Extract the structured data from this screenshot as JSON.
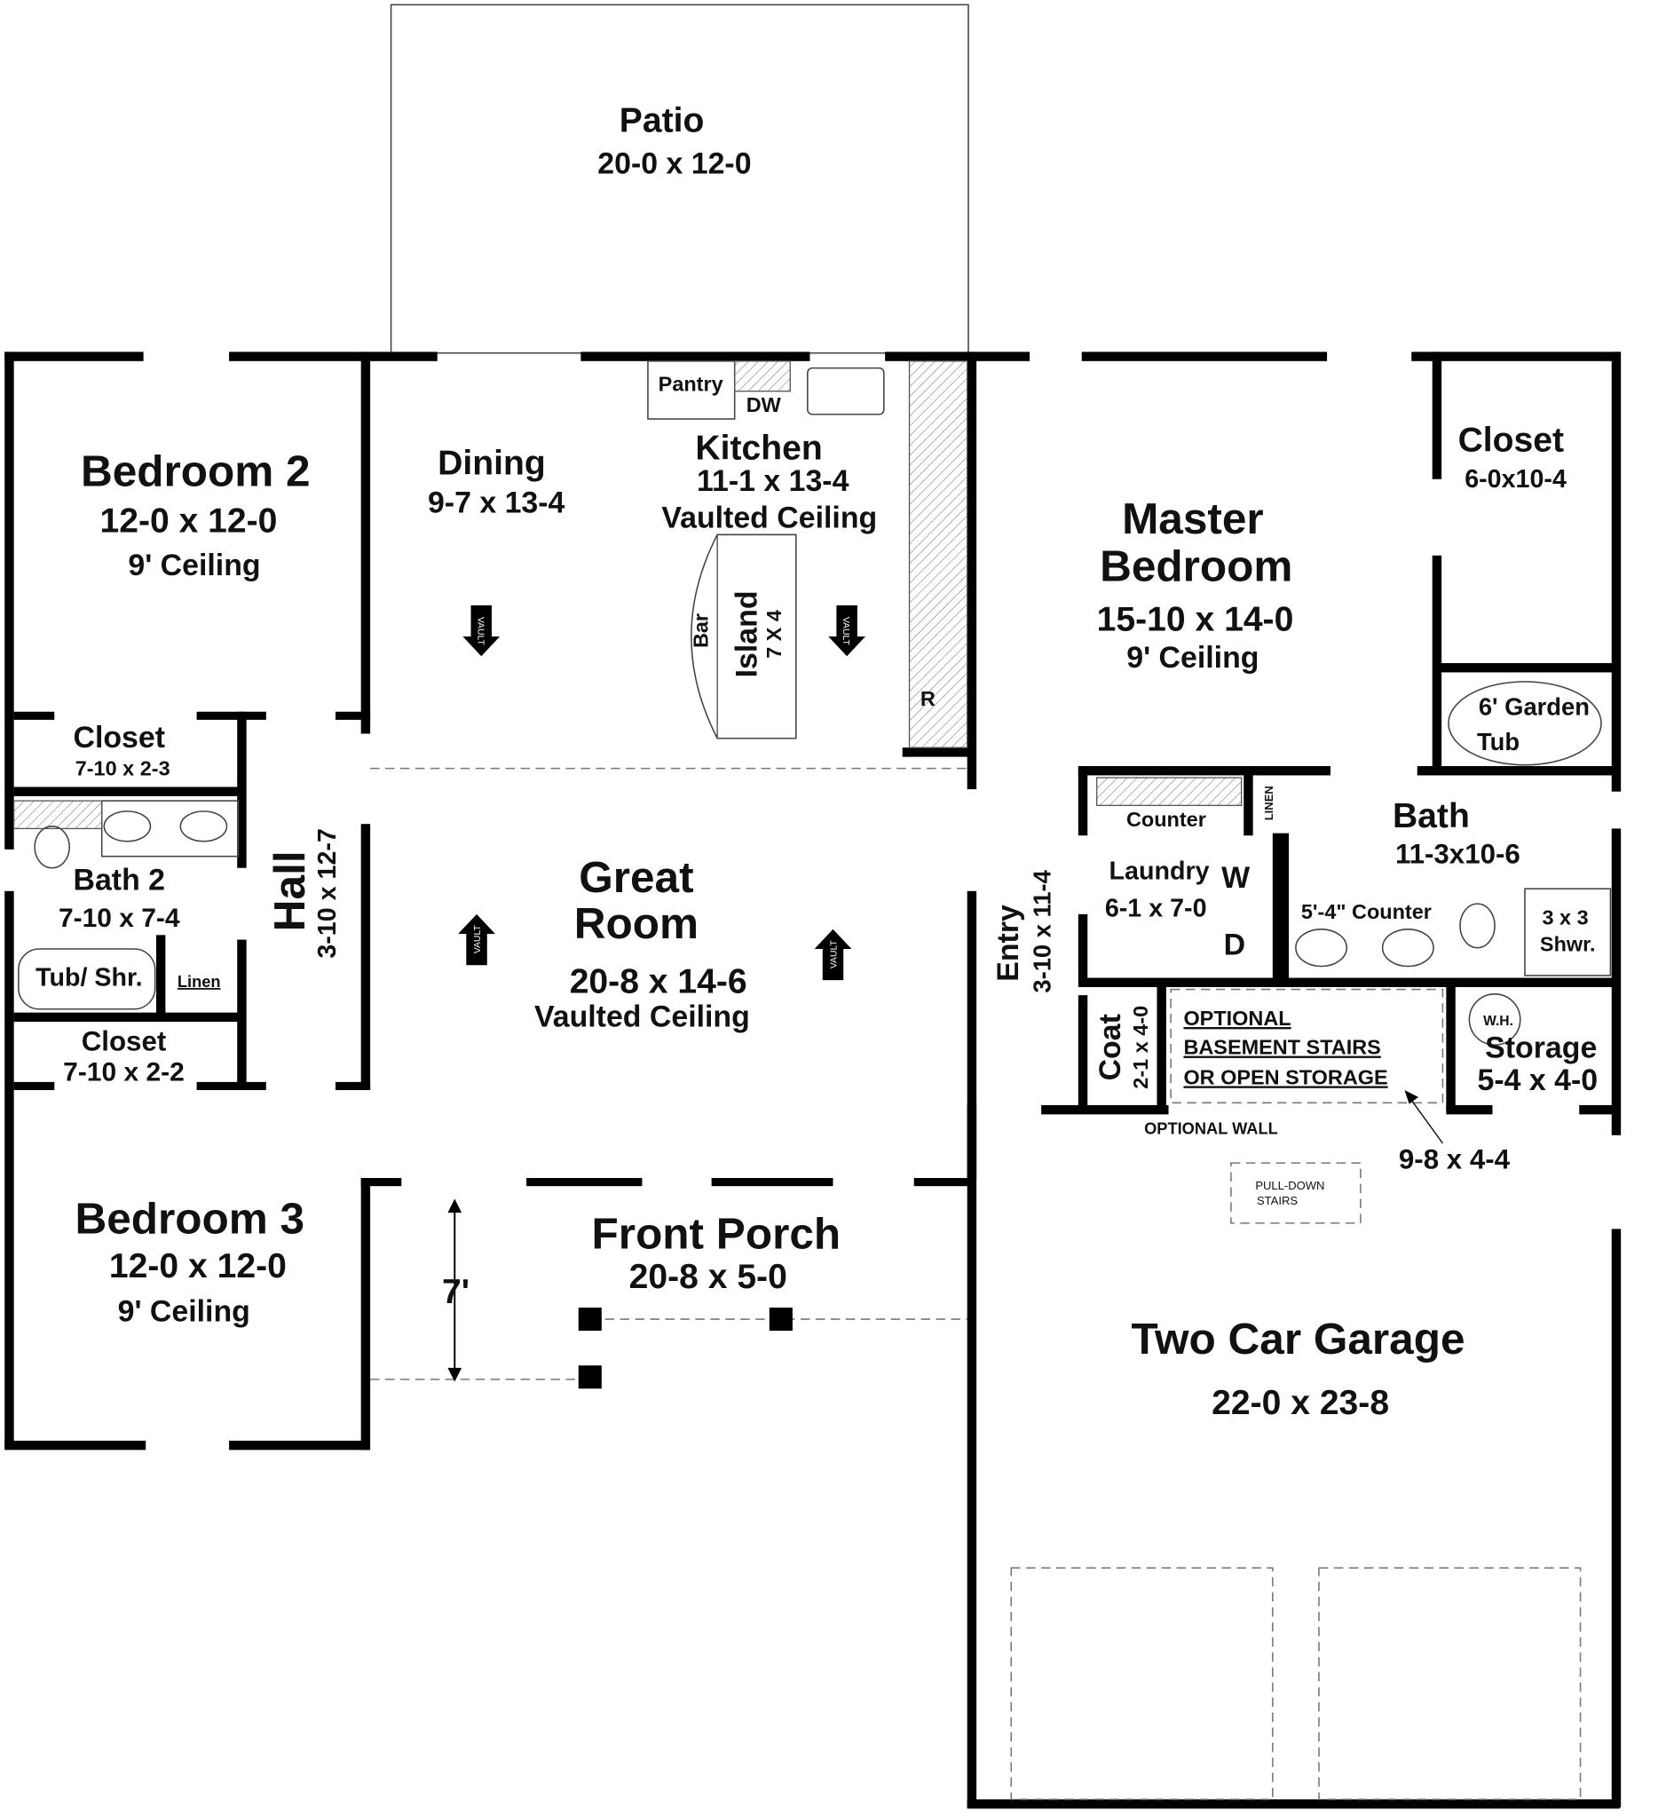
{
  "patio": {
    "name": "Patio",
    "dims": "20-0 x 12-0"
  },
  "bedroom2": {
    "name": "Bedroom 2",
    "dims": "12-0 x 12-0",
    "ceiling": "9' Ceiling"
  },
  "dining": {
    "name": "Dining",
    "dims": "9-7 x 13-4"
  },
  "kitchen": {
    "name": "Kitchen",
    "dims": "11-1 x 13-4",
    "ceiling": "Vaulted Ceiling",
    "pantry": "Pantry",
    "dishwasher": "DW",
    "refrigerator": "R",
    "bar": "Bar",
    "island": "Island",
    "island_dims": "7 X 4"
  },
  "vault_label": "VAULT",
  "master_bedroom": {
    "name_line1": "Master",
    "name_line2": "Bedroom",
    "dims": "15-10 x 14-0",
    "ceiling": "9' Ceiling"
  },
  "master_closet": {
    "name": "Closet",
    "dims": "6-0x10-4"
  },
  "garden_tub": {
    "line1": "6' Garden",
    "line2": "Tub"
  },
  "closet_b2": {
    "name": "Closet",
    "dims": "7-10 x 2-3"
  },
  "bath2": {
    "name": "Bath 2",
    "dims": "7-10 x 7-4",
    "tub": "Tub/ Shr.",
    "linen": "Linen"
  },
  "closet_b3": {
    "name": "Closet",
    "dims": "7-10 x 2-2"
  },
  "hall": {
    "name": "Hall",
    "dims": "3-10 x 12-7"
  },
  "great_room": {
    "name_line1": "Great",
    "name_line2": "Room",
    "dims": "20-8 x 14-6",
    "ceiling": "Vaulted Ceiling"
  },
  "laundry": {
    "counter": "Counter",
    "name": "Laundry",
    "dims": "6-1 x 7-0",
    "washer": "W",
    "dryer": "D",
    "linen": "LINEN"
  },
  "master_bath": {
    "name": "Bath",
    "dims": "11-3x10-6",
    "counter": "5'-4\" Counter",
    "shower_line1": "3 x 3",
    "shower_line2": "Shwr."
  },
  "entry": {
    "name": "Entry",
    "dims": "3-10 x 11-4"
  },
  "coat": {
    "name": "Coat",
    "dims": "2-1 x 4-0"
  },
  "optional_stairs": {
    "line1": "OPTIONAL",
    "line2": "BASEMENT STAIRS",
    "line3": "OR OPEN STORAGE",
    "wall": "OPTIONAL WALL",
    "dims": "9-8 x 4-4"
  },
  "storage": {
    "water_heater": "W.H.",
    "name": "Storage",
    "dims": "5-4 x 4-0"
  },
  "pull_down": {
    "line1": "PULL-DOWN",
    "line2": "STAIRS"
  },
  "bedroom3": {
    "name": "Bedroom 3",
    "dims": "12-0 x 12-0",
    "ceiling": "9' Ceiling"
  },
  "front_porch": {
    "name": "Front Porch",
    "dims": "20-8 x 5-0",
    "height": "7'"
  },
  "garage": {
    "name": "Two Car Garage",
    "dims": "22-0 x 23-8"
  }
}
